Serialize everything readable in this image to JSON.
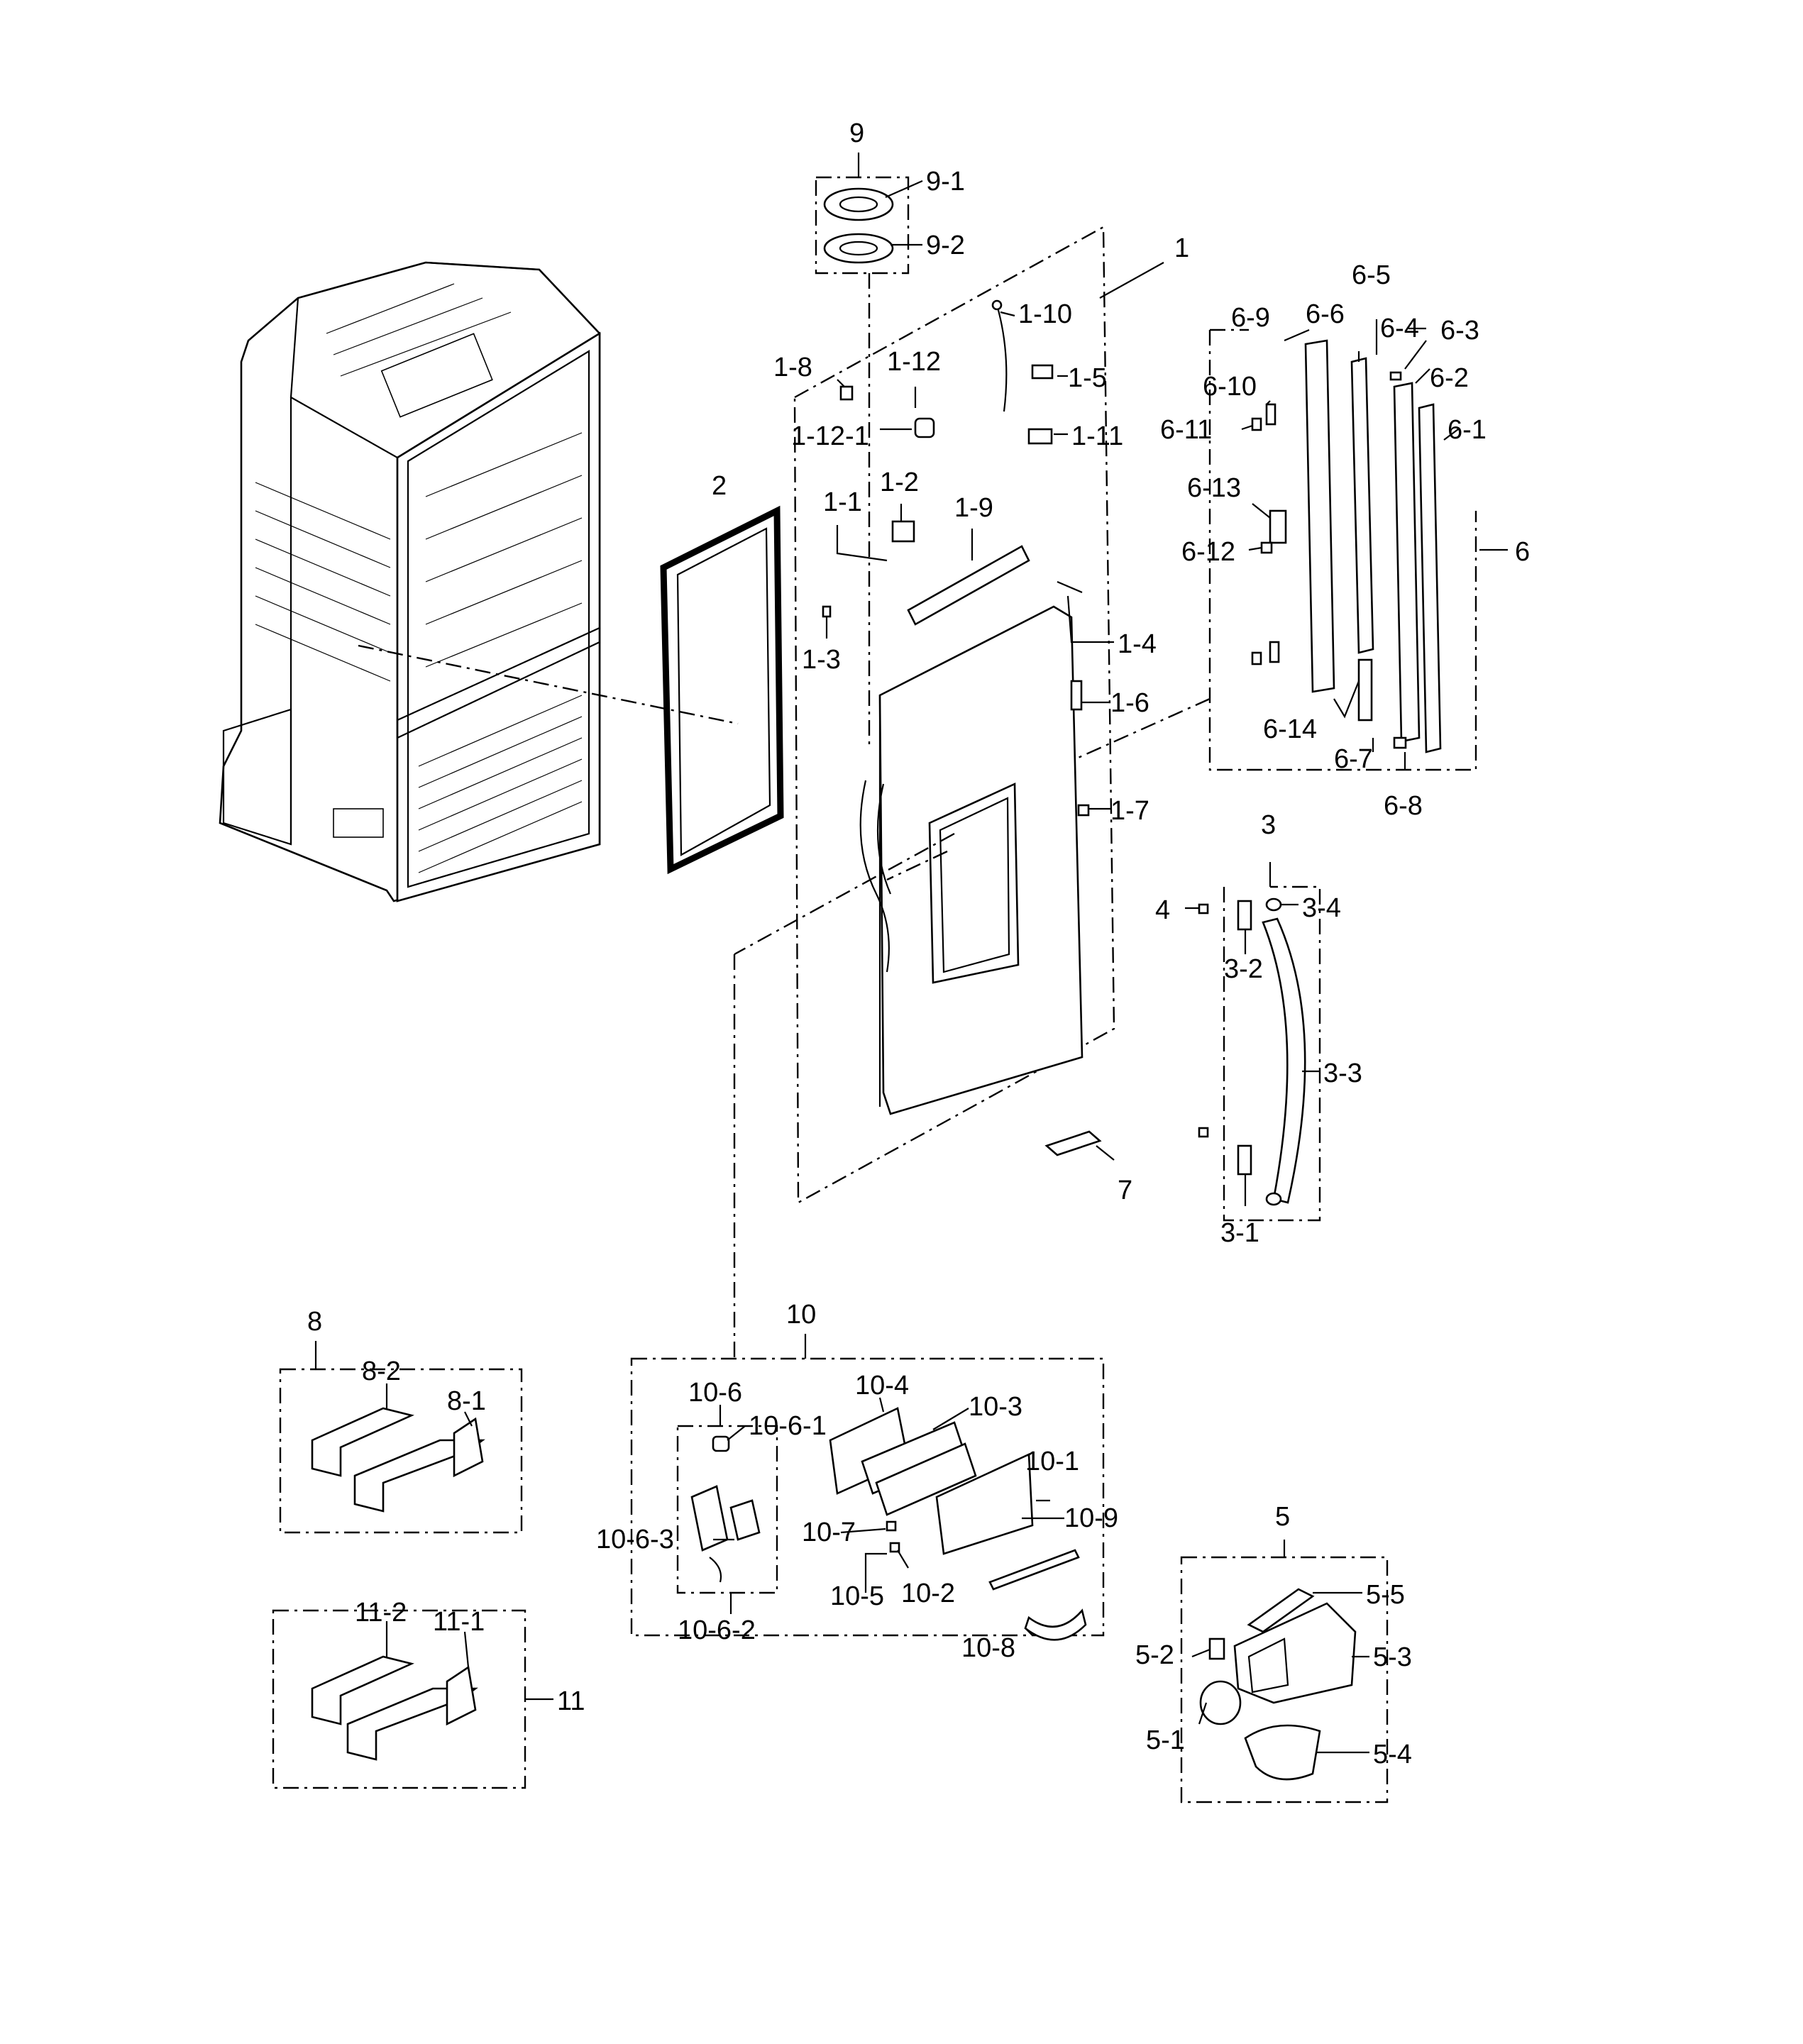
{
  "diagram": {
    "labels": [
      "9",
      "9-1",
      "9-2",
      "1",
      "1-10",
      "1-8",
      "1-12",
      "1-5",
      "1-12-1",
      "1-11",
      "2",
      "1-1",
      "1-2",
      "1-9",
      "1-3",
      "1-4",
      "1-6",
      "1-7",
      "6-5",
      "6-9",
      "6-6",
      "6-4",
      "6-3",
      "6-2",
      "6-10",
      "6-1",
      "6-11",
      "6-13",
      "6",
      "6-12",
      "6-14",
      "6-7",
      "6-8",
      "3",
      "4",
      "3-4",
      "3-2",
      "3-3",
      "7",
      "3-1",
      "8",
      "8-2",
      "8-1",
      "10",
      "10-4",
      "10-6",
      "10-6-1",
      "10-3",
      "10-1",
      "10-9",
      "10-6-3",
      "10-7",
      "10-5",
      "10-2",
      "10-6-2",
      "10-8",
      "11-2",
      "11-1",
      "11",
      "5",
      "5-5",
      "5-2",
      "5-3",
      "5-1",
      "5-4"
    ]
  }
}
